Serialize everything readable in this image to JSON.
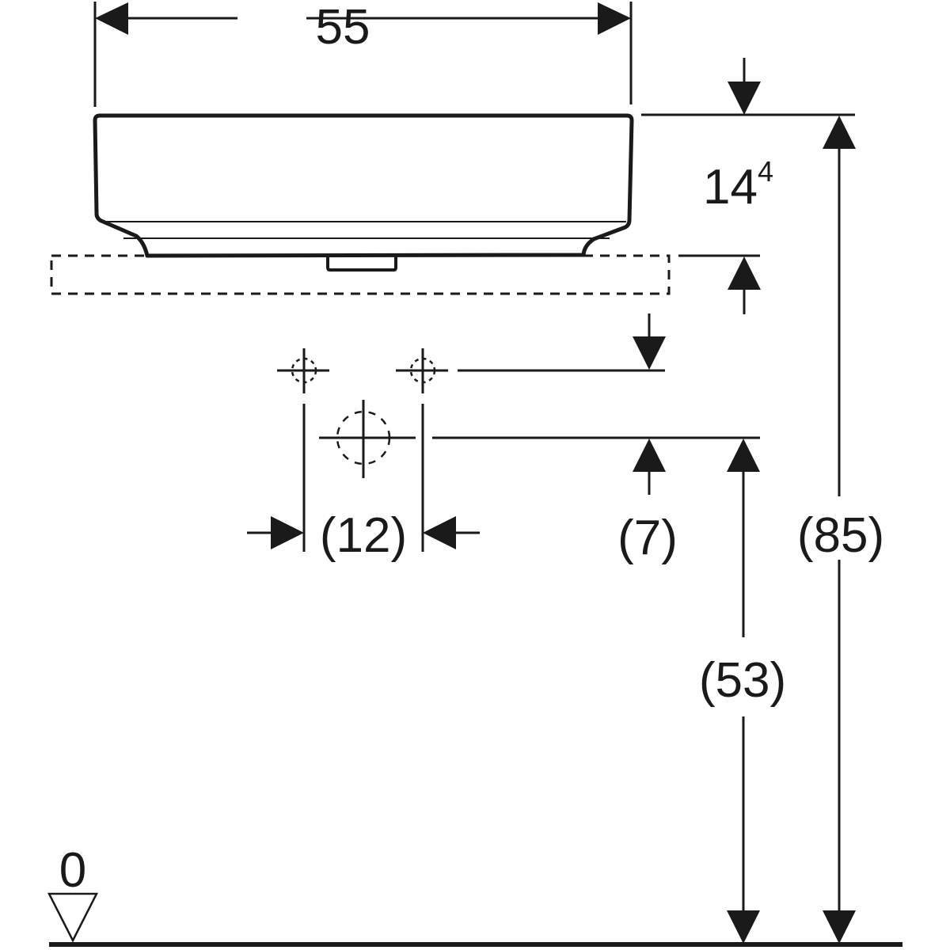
{
  "drawing": {
    "type": "technical-dimension-drawing",
    "subject": "countertop washbasin side elevation",
    "colors": {
      "line": "#1a1a1a",
      "background": "#ffffff"
    }
  },
  "dimensions": {
    "width": {
      "label": "55"
    },
    "basin_height": {
      "main": "14",
      "superscript": "4"
    },
    "tap_spacing": {
      "label": "(12)"
    },
    "tap_offset": {
      "label": "(7)"
    },
    "drain_height": {
      "label": "(53)"
    },
    "total_height": {
      "label": "(85)"
    },
    "floor_level": {
      "label": "0"
    }
  }
}
